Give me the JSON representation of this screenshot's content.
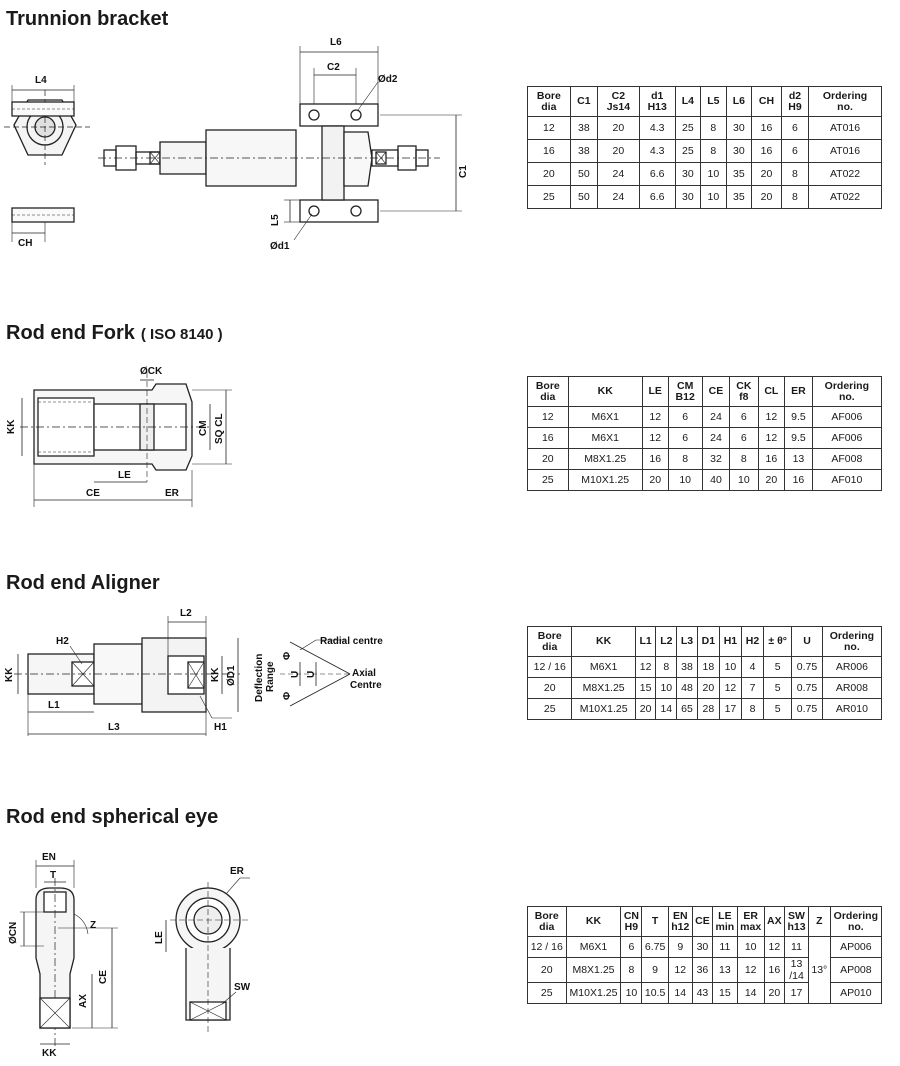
{
  "sections": [
    {
      "title": "Trunnion bracket",
      "subtitle": "",
      "labels": [
        "L6",
        "C2",
        "Ød2",
        "L4",
        "C1",
        "L5",
        "Ød1",
        "CH"
      ],
      "table": {
        "headers": [
          "Bore\ndia",
          "C1",
          "C2\nJs14",
          "d1\nH13",
          "L4",
          "L5",
          "L6",
          "CH",
          "d2\nH9",
          "Ordering\nno."
        ],
        "rows": [
          [
            "12",
            "38",
            "20",
            "4.3",
            "25",
            "8",
            "30",
            "16",
            "6",
            "AT016"
          ],
          [
            "16",
            "38",
            "20",
            "4.3",
            "25",
            "8",
            "30",
            "16",
            "6",
            "AT016"
          ],
          [
            "20",
            "50",
            "24",
            "6.6",
            "30",
            "10",
            "35",
            "20",
            "8",
            "AT022"
          ],
          [
            "25",
            "50",
            "24",
            "6.6",
            "30",
            "10",
            "35",
            "20",
            "8",
            "AT022"
          ]
        ]
      }
    },
    {
      "title": "Rod end Fork",
      "subtitle": "( ISO 8140 )",
      "labels": [
        "ØCK",
        "KK",
        "CM",
        "SQ CL",
        "LE",
        "CE",
        "ER"
      ],
      "table": {
        "headers": [
          "Bore\ndia",
          "KK",
          "LE",
          "CM\nB12",
          "CE",
          "CK\nf8",
          "CL",
          "ER",
          "Ordering\nno."
        ],
        "rows": [
          [
            "12",
            "M6X1",
            "12",
            "6",
            "24",
            "6",
            "12",
            "9.5",
            "AF006"
          ],
          [
            "16",
            "M6X1",
            "12",
            "6",
            "24",
            "6",
            "12",
            "9.5",
            "AF006"
          ],
          [
            "20",
            "M8X1.25",
            "16",
            "8",
            "32",
            "8",
            "16",
            "13",
            "AF008"
          ],
          [
            "25",
            "M10X1.25",
            "20",
            "10",
            "40",
            "10",
            "20",
            "16",
            "AF010"
          ]
        ]
      }
    },
    {
      "title": "Rod end Aligner",
      "subtitle": "",
      "labels": [
        "L2",
        "H2",
        "KK",
        "KK",
        "ØD1",
        "L1",
        "L3",
        "H1",
        "Deflection",
        "Range",
        "Radial centre",
        "Axial",
        "Centre",
        "U",
        "U",
        "Φ",
        "Φ"
      ],
      "table": {
        "headers": [
          "Bore\ndia",
          "KK",
          "L1",
          "L2",
          "L3",
          "D1",
          "H1",
          "H2",
          "± θ°",
          "U",
          "Ordering\nno."
        ],
        "rows": [
          [
            "12 / 16",
            "M6X1",
            "12",
            "8",
            "38",
            "18",
            "10",
            "4",
            "5",
            "0.75",
            "AR006"
          ],
          [
            "20",
            "M8X1.25",
            "15",
            "10",
            "48",
            "20",
            "12",
            "7",
            "5",
            "0.75",
            "AR008"
          ],
          [
            "25",
            "M10X1.25",
            "20",
            "14",
            "65",
            "28",
            "17",
            "8",
            "5",
            "0.75",
            "AR010"
          ]
        ]
      }
    },
    {
      "title": "Rod end spherical eye",
      "subtitle": "",
      "labels": [
        "EN",
        "T",
        "ØCN",
        "Z",
        "CE",
        "AX",
        "KK",
        "ER",
        "LE",
        "SW"
      ],
      "table": {
        "headers": [
          "Bore\ndia",
          "KK",
          "CN\nH9",
          "T",
          "EN\nh12",
          "CE",
          "LE\nmin",
          "ER\nmax",
          "AX",
          "SW\nh13",
          "Z",
          "Ordering\nno."
        ],
        "rows": [
          [
            "12 / 16",
            "M6X1",
            "6",
            "6.75",
            "9",
            "30",
            "11",
            "10",
            "12",
            "11",
            "13°",
            "AP006"
          ],
          [
            "20",
            "M8X1.25",
            "8",
            "9",
            "12",
            "36",
            "13",
            "12",
            "16",
            "13\n/14",
            "",
            "AP008"
          ],
          [
            "25",
            "M10X1.25",
            "10",
            "10.5",
            "14",
            "43",
            "15",
            "14",
            "20",
            "17",
            "",
            "AP010"
          ]
        ]
      }
    }
  ]
}
